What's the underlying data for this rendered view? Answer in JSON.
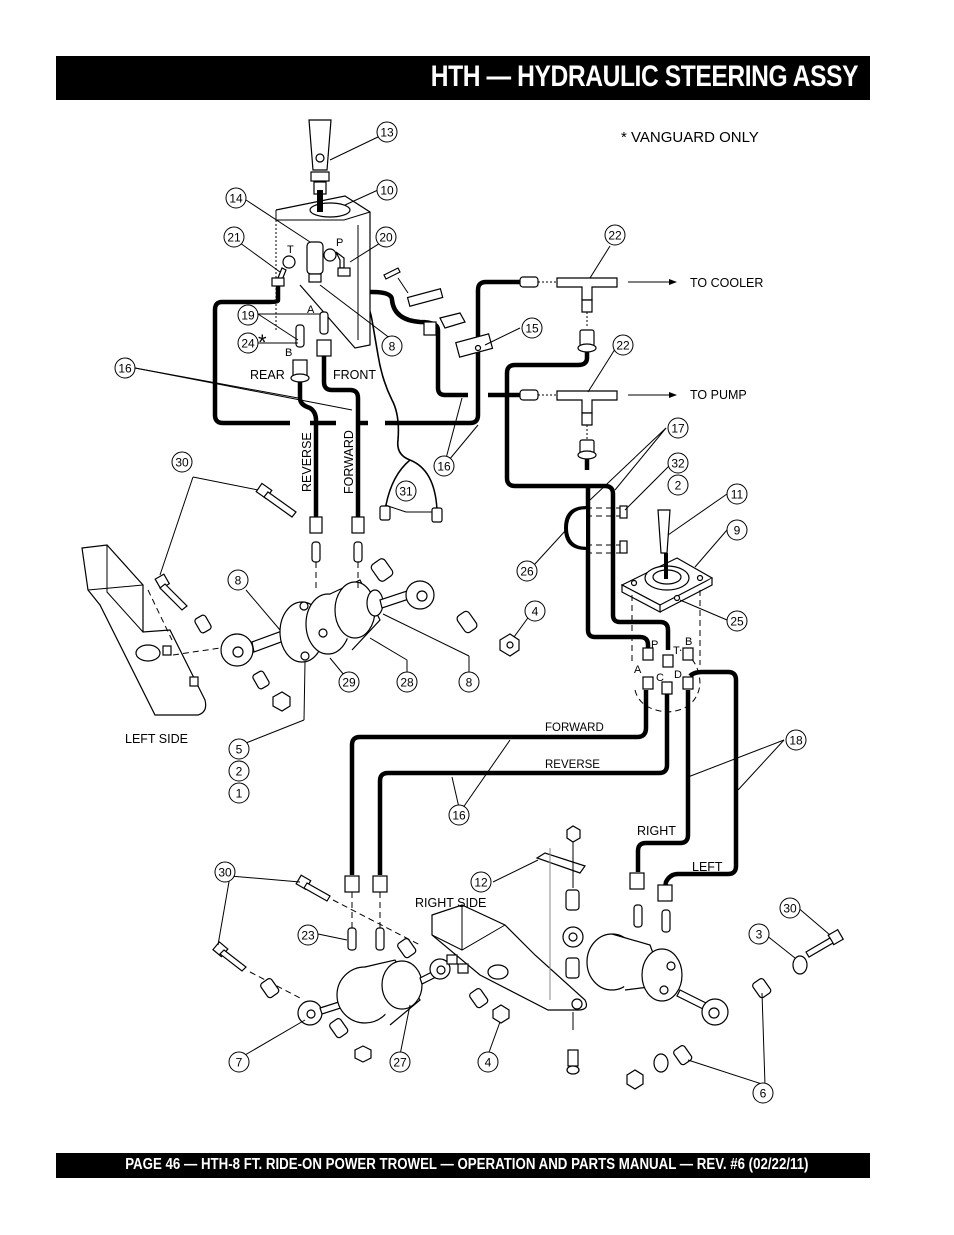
{
  "header": {
    "title": "HTH — HYDRAULIC STEERING ASSY"
  },
  "footer": {
    "text": "PAGE 46 — HTH-8 FT.   RIDE-ON POWER TROWEL — OPERATION AND PARTS MANUAL — REV. #6 (02/22/11)"
  },
  "notes": {
    "vanguard": "* VANGUARD ONLY",
    "asterisk": "*"
  },
  "labels": {
    "to_cooler": "TO COOLER",
    "to_pump": "TO PUMP",
    "rear": "REAR",
    "front": "FRONT",
    "reverse_vertical": "REVERSE",
    "forward_vertical": "FORWARD",
    "left_side": "LEFT SIDE",
    "right_side": "RIGHT SIDE",
    "forward": "FORWARD",
    "reverse": "REVERSE",
    "right": "RIGHT",
    "left": "LEFT",
    "port_t_top": "T",
    "port_p_top": "P",
    "port_a_top": "A",
    "port_b_top": "B",
    "valve_p": "P",
    "valve_t": "T",
    "valve_b": "B",
    "valve_a": "A",
    "valve_c": "C",
    "valve_d": "D"
  },
  "callouts": [
    {
      "id": "c13",
      "num": "13"
    },
    {
      "id": "c10",
      "num": "10"
    },
    {
      "id": "c14",
      "num": "14"
    },
    {
      "id": "c21",
      "num": "21"
    },
    {
      "id": "c20",
      "num": "20"
    },
    {
      "id": "c19",
      "num": "19"
    },
    {
      "id": "c24",
      "num": "24"
    },
    {
      "id": "c8a",
      "num": "8"
    },
    {
      "id": "c22a",
      "num": "22"
    },
    {
      "id": "c15",
      "num": "15"
    },
    {
      "id": "c22b",
      "num": "22"
    },
    {
      "id": "c16a",
      "num": "16"
    },
    {
      "id": "c16b",
      "num": "16"
    },
    {
      "id": "c17",
      "num": "17"
    },
    {
      "id": "c32",
      "num": "32"
    },
    {
      "id": "c2a",
      "num": "2"
    },
    {
      "id": "c11",
      "num": "11"
    },
    {
      "id": "c9",
      "num": "9"
    },
    {
      "id": "c30a",
      "num": "30"
    },
    {
      "id": "c31",
      "num": "31"
    },
    {
      "id": "c26",
      "num": "26"
    },
    {
      "id": "c25",
      "num": "25"
    },
    {
      "id": "c8b",
      "num": "8"
    },
    {
      "id": "c4a",
      "num": "4"
    },
    {
      "id": "c29",
      "num": "29"
    },
    {
      "id": "c28",
      "num": "28"
    },
    {
      "id": "c8c",
      "num": "8"
    },
    {
      "id": "c5",
      "num": "5"
    },
    {
      "id": "c2b",
      "num": "2"
    },
    {
      "id": "c1",
      "num": "1"
    },
    {
      "id": "c18",
      "num": "18"
    },
    {
      "id": "c16c",
      "num": "16"
    },
    {
      "id": "c30b",
      "num": "30"
    },
    {
      "id": "c12",
      "num": "12"
    },
    {
      "id": "c23",
      "num": "23"
    },
    {
      "id": "c30c",
      "num": "30"
    },
    {
      "id": "c3",
      "num": "3"
    },
    {
      "id": "c7",
      "num": "7"
    },
    {
      "id": "c27",
      "num": "27"
    },
    {
      "id": "c4b",
      "num": "4"
    },
    {
      "id": "c6",
      "num": "6"
    }
  ]
}
